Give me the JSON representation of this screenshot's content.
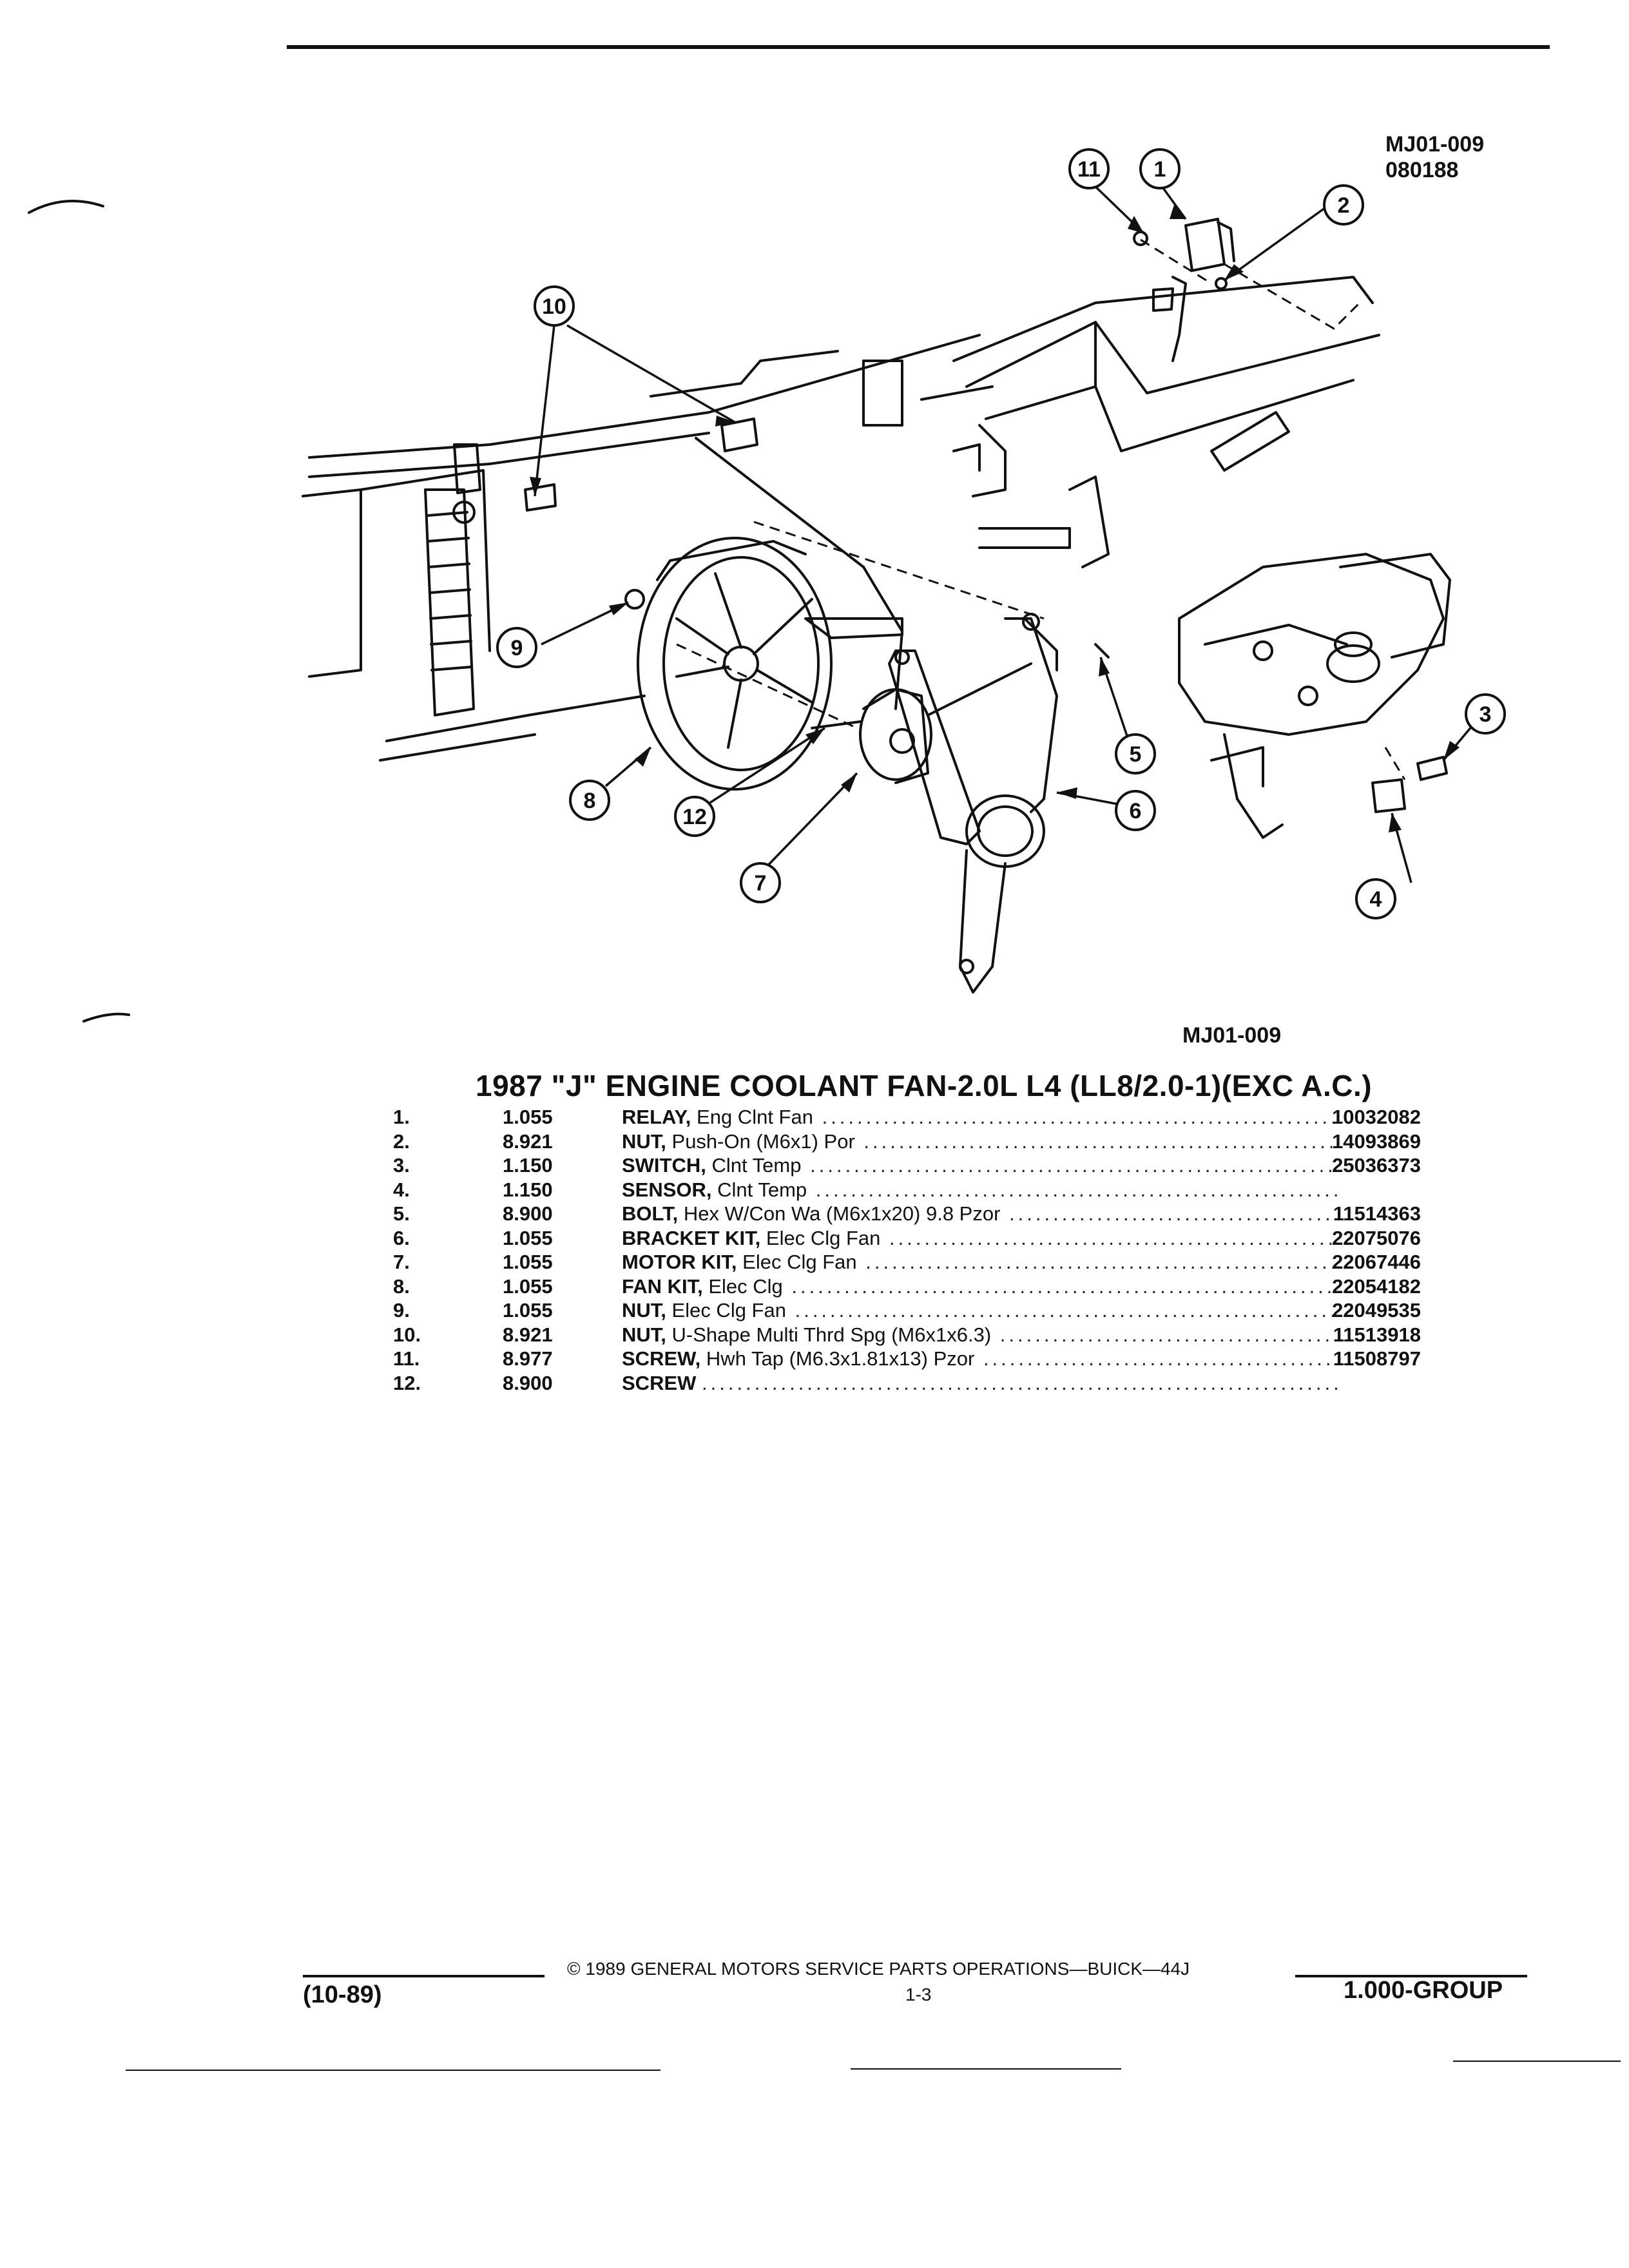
{
  "header": {
    "ref_code": "MJ01-009",
    "ref_date": "080188"
  },
  "diagram": {
    "callouts": [
      "1",
      "2",
      "3",
      "4",
      "5",
      "6",
      "7",
      "8",
      "9",
      "10",
      "11",
      "12"
    ],
    "caption": "MJ01-009"
  },
  "section_title": "1987 \"J\" ENGINE COOLANT FAN-2.0L L4 (LL8/2.0-1)(EXC A.C.)",
  "parts": [
    {
      "num": "1.",
      "group": "1.055",
      "name": "RELAY,",
      "desc": "Eng Clnt Fan",
      "part": "10032082"
    },
    {
      "num": "2.",
      "group": "8.921",
      "name": "NUT,",
      "desc": "Push-On (M6x1) Por",
      "part": "14093869"
    },
    {
      "num": "3.",
      "group": "1.150",
      "name": "SWITCH,",
      "desc": "Clnt Temp",
      "part": "25036373"
    },
    {
      "num": "4.",
      "group": "1.150",
      "name": "SENSOR,",
      "desc": "Clnt Temp",
      "part": ""
    },
    {
      "num": "5.",
      "group": "8.900",
      "name": "BOLT,",
      "desc": "Hex W/Con Wa (M6x1x20) 9.8 Pzor",
      "part": "11514363"
    },
    {
      "num": "6.",
      "group": "1.055",
      "name": "BRACKET KIT,",
      "desc": "Elec Clg Fan",
      "part": "22075076"
    },
    {
      "num": "7.",
      "group": "1.055",
      "name": "MOTOR KIT,",
      "desc": "Elec Clg Fan",
      "part": "22067446"
    },
    {
      "num": "8.",
      "group": "1.055",
      "name": "FAN KIT,",
      "desc": "Elec Clg",
      "part": "22054182"
    },
    {
      "num": "9.",
      "group": "1.055",
      "name": "NUT,",
      "desc": "Elec Clg Fan",
      "part": "22049535"
    },
    {
      "num": "10.",
      "group": "8.921",
      "name": "NUT,",
      "desc": "U-Shape Multi Thrd Spg (M6x1x6.3)",
      "part": "11513918"
    },
    {
      "num": "11.",
      "group": "8.977",
      "name": "SCREW,",
      "desc": "Hwh Tap (M6.3x1.81x13) Pzor",
      "part": "11508797"
    },
    {
      "num": "12.",
      "group": "8.900",
      "name": "SCREW",
      "desc": "",
      "part": ""
    }
  ],
  "footer": {
    "copyright": "© 1989 GENERAL MOTORS SERVICE PARTS OPERATIONS—BUICK—44J",
    "revision": "(10-89)",
    "page": "1-3",
    "group": "1.000-GROUP"
  }
}
